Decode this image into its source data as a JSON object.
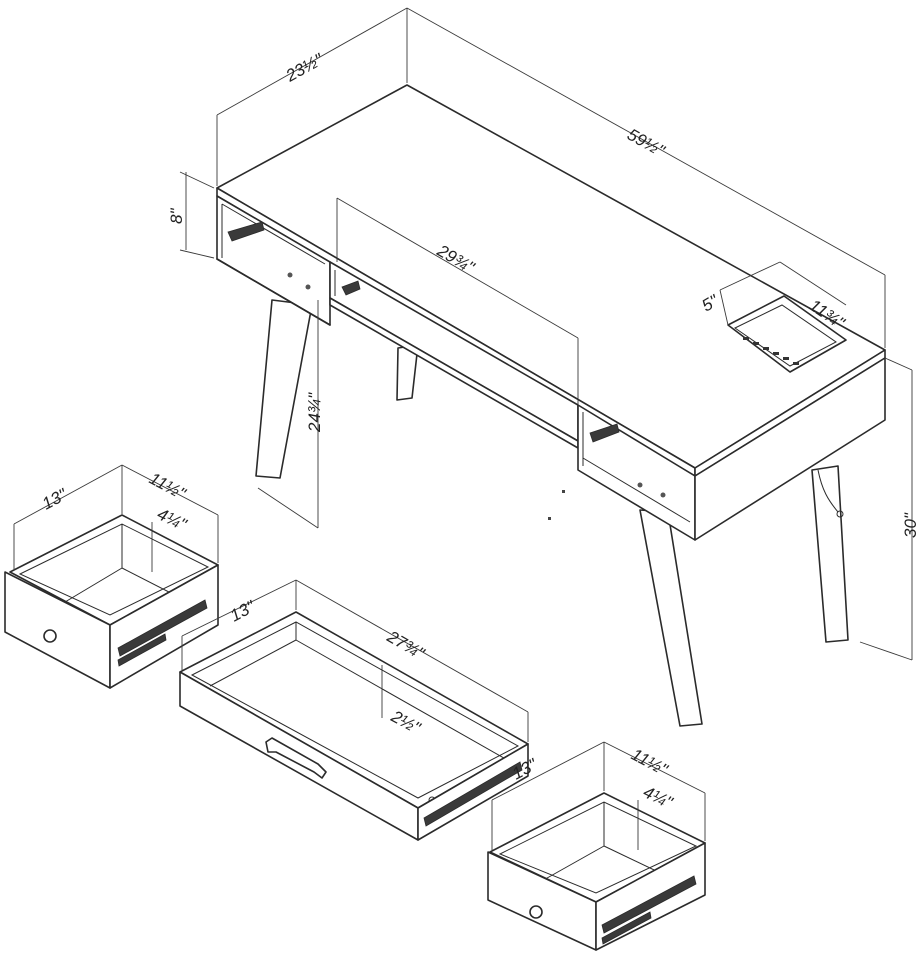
{
  "dimensions": {
    "desk_depth": "23½\"",
    "desk_width": "59½\"",
    "shelf_height": "8\"",
    "center_opening": "29¾\"",
    "knee_height": "24¾\"",
    "desk_height": "30\"",
    "power_bar_depth": "5\"",
    "power_bar_width": "11¾\"",
    "left_drawer_width": "13\"",
    "left_drawer_depth": "11½\"",
    "left_drawer_height": "4¼\"",
    "center_drawer_depth": "13\"",
    "center_drawer_width": "27¾\"",
    "center_drawer_height": "2½\"",
    "right_drawer_width": "13\"",
    "right_drawer_depth": "11½\"",
    "right_drawer_height": "4¼\""
  }
}
